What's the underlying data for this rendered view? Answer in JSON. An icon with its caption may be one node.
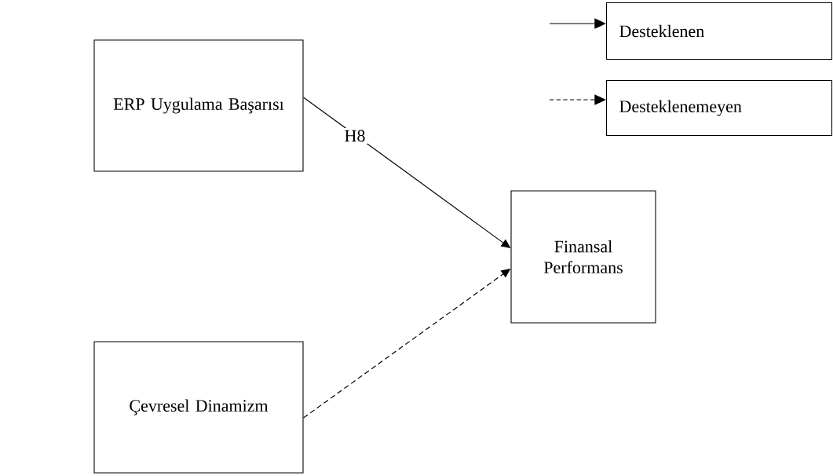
{
  "diagram": {
    "nodes": [
      {
        "text": [
          "ERP Uygulama Başarısı"
        ]
      },
      {
        "text": [
          "Çevresel Dinamizm"
        ]
      },
      {
        "text": [
          "Finansal Performans"
        ]
      }
    ],
    "edges": [
      {
        "from": 0,
        "to": 2,
        "arrow": "to",
        "label": "H8"
      },
      {
        "from": 1,
        "to": 2,
        "arrow": "to",
        "style": "dashed"
      }
    ],
    "legend": [
      {
        "text": "Desteklenen"
      },
      {
        "text": "Desteklenemeyen"
      }
    ]
  }
}
